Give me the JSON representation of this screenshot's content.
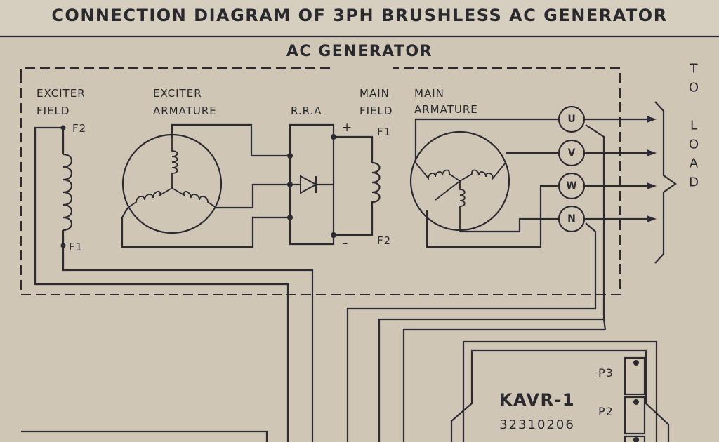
{
  "title": "CONNECTION DIAGRAM OF 3PH BRUSHLESS AC GENERATOR",
  "generator_label": "AC GENERATOR",
  "exciter_field": {
    "label_line1": "EXCITER",
    "label_line2": "FIELD",
    "terminal_top": "F2",
    "terminal_bottom": "F1"
  },
  "exciter_armature": {
    "label_line1": "EXCITER",
    "label_line2": "ARMATURE"
  },
  "rra": {
    "label": "R.R.A"
  },
  "main_field": {
    "label_line1": "MAIN",
    "label_line2": "FIELD",
    "plus": "+",
    "minus": "–",
    "terminal_top": "F1",
    "terminal_bottom": "F2"
  },
  "main_armature": {
    "label_line1": "MAIN",
    "label_line2": "ARMATURE"
  },
  "terminals": [
    "U",
    "V",
    "W",
    "N"
  ],
  "load_label": "TO LOAD",
  "avr": {
    "name": "KAVR-1",
    "part_number": "32310206",
    "ports": [
      "P3",
      "P2"
    ]
  },
  "colors": {
    "panel": "#cfc6b5",
    "ink": "#2b2b31",
    "title_band": "#d6cfc0"
  }
}
